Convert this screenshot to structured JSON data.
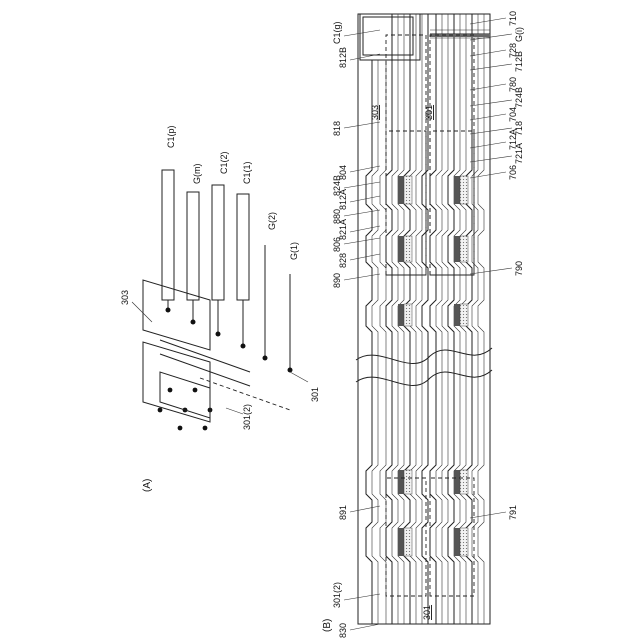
{
  "panel_a": {
    "label": "(A)",
    "lines": [
      {
        "id": "c1p",
        "label": "C1(p)"
      },
      {
        "id": "gm",
        "label": "G(m)"
      },
      {
        "id": "c12",
        "label": "C1(2)"
      },
      {
        "id": "c11",
        "label": "C1(1)"
      },
      {
        "id": "g2",
        "label": "G(2)"
      },
      {
        "id": "g1",
        "label": "G(1)"
      }
    ],
    "region_303": "303",
    "region_301": "301",
    "region_301_2": "301(2)"
  },
  "panel_b": {
    "label": "(B)",
    "top_labels": [
      "C1(g)",
      "812B",
      "818",
      "804",
      "824B",
      "812A",
      "880",
      "821A",
      "806",
      "828",
      "890",
      "891",
      "301(2)",
      "830"
    ],
    "bottom_labels": [
      "710",
      "G(i)",
      "728",
      "712B",
      "780",
      "724B",
      "704",
      "718",
      "712A",
      "721A",
      "706",
      "790",
      "791"
    ],
    "region_303": "303",
    "region_301a": "301",
    "region_301b": "301"
  },
  "colors": {
    "ink": "#222222",
    "dark_fill": "#555555",
    "mid_fill": "#8a8a8a",
    "light_fill": "#e6e6e6",
    "background": "#ffffff"
  }
}
